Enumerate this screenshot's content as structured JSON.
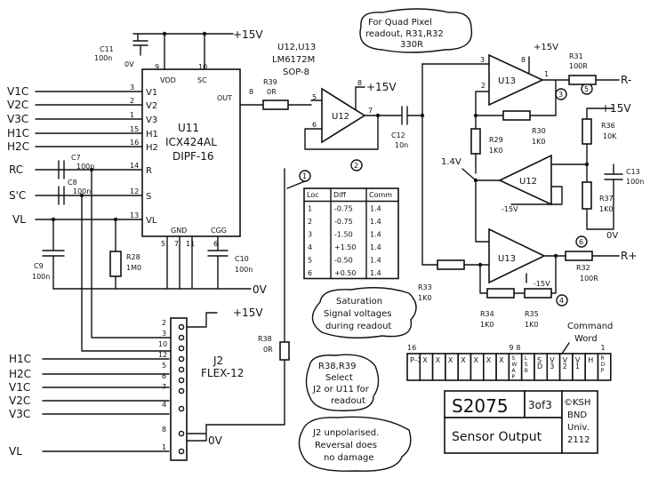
{
  "u11": {
    "name": "U11",
    "part": "ICX424AL",
    "pkg": "DIPF-16",
    "pin_vdd": "VDD",
    "pin_sc": "SC",
    "pin_out": "OUT",
    "pin_gnd": "GND",
    "pin_cgg": "CGG",
    "pins_left": [
      "V1",
      "V2",
      "V3",
      "H1",
      "H2",
      "R",
      "S",
      "VL"
    ],
    "pin_nums_left": [
      "3",
      "2",
      "1",
      "15",
      "16",
      "14",
      "12",
      "13"
    ],
    "pin_9": "9",
    "pin_10": "10",
    "pin_8": "8",
    "pin_5": "5",
    "pin_7": "7",
    "pin_11": "11",
    "pin_6": "6"
  },
  "inputs": {
    "v1c": "V1C",
    "v2c": "V2C",
    "v3c": "V3C",
    "h1c": "H1C",
    "h2c": "H2C",
    "rc": "RC",
    "sc": "S'C",
    "vl": "VL"
  },
  "rails": {
    "p15": "+15V",
    "ov": "0V",
    "m15": "-15V"
  },
  "caps": {
    "c11": "C11",
    "c11v": "100n",
    "c11ov": "0V",
    "c7": "C7",
    "c7v": "100n",
    "c8": "C8",
    "c8v": "100n",
    "c9": "C9",
    "c9v": "100n",
    "c10": "C10",
    "c10v": "100n",
    "c12": "C12",
    "c12v": "10n",
    "c13": "C13",
    "c13v": "100n"
  },
  "res": {
    "r28": "R28",
    "r28v": "1M0",
    "r39": "R39",
    "r39v": "0R",
    "r38": "R38",
    "r38v": "0R",
    "r29": "R29",
    "r29v": "1K0",
    "r30": "R30",
    "r30v": "1K0",
    "r31": "R31",
    "r31v": "100R",
    "r32": "R32",
    "r32v": "100R",
    "r33": "R33",
    "r33v": "1K0",
    "r34": "R34",
    "r34v": "1K0",
    "r35": "R35",
    "r35v": "1K0",
    "r36": "R36",
    "r36v": "10K",
    "r37": "R37",
    "r37v": "1K0"
  },
  "notes": {
    "u12u13": "U12,U13",
    "lm": "LM6172M",
    "sop": "SOP-8",
    "quad1": "For Quad Pixel",
    "quad2": "readout, R31,R32",
    "quad3": "330R",
    "sat1": "Saturation",
    "sat2": "Signal voltages",
    "sat3": "during readout",
    "sel1": "R38,R39",
    "sel2": "Select",
    "sel3": "J2 or U11 for",
    "sel4": "readout",
    "unp1": "J2 unpolarised.",
    "unp2": "Reversal does",
    "unp3": "no damage",
    "cmd1": "Command",
    "cmd2": "Word",
    "v14": "1.4V"
  },
  "amps": {
    "u12": "U12",
    "u13": "U13",
    "u12b": "U12",
    "u13b": "U13"
  },
  "outputs": {
    "rm": "R-",
    "rp": "R+"
  },
  "markers": [
    "1",
    "2",
    "3",
    "4",
    "5",
    "6"
  ],
  "table": {
    "headers": [
      "Loc",
      "Diff",
      "Comm"
    ],
    "rows": [
      [
        "1",
        "-0.75",
        "1.4"
      ],
      [
        "2",
        "-0.75",
        "1.4"
      ],
      [
        "3",
        "-1.50",
        "1.4"
      ],
      [
        "4",
        "+1.50",
        "1.4"
      ],
      [
        "5",
        "-0.50",
        "1.4"
      ],
      [
        "6",
        "+0.50",
        "1.4"
      ]
    ]
  },
  "j2": {
    "name": "J2",
    "part": "FLEX-12",
    "left": [
      "H1C",
      "H2C",
      "V1C",
      "V2C",
      "V3C",
      "VL"
    ],
    "pins": [
      "2",
      "3",
      "10",
      "12",
      "5",
      "6",
      "7",
      "4",
      "8",
      "1"
    ]
  },
  "cmdword": {
    "nums": [
      "16",
      "9",
      "8",
      "1"
    ],
    "cells": [
      "P–X",
      "X",
      "X",
      "X",
      "X",
      "X",
      "X",
      "X",
      "S\nW\nA\nP",
      "L\nS\nB",
      "S\nD",
      "V\n3",
      "V\n2",
      "V\n1",
      "H",
      "R\nD\nP"
    ]
  },
  "title": {
    "num": "S2075",
    "sheet": "3of3",
    "name": "Sensor Output",
    "ksh": "©KSH",
    "bnd": "BND",
    "univ": "Univ.",
    "year": "2112"
  }
}
